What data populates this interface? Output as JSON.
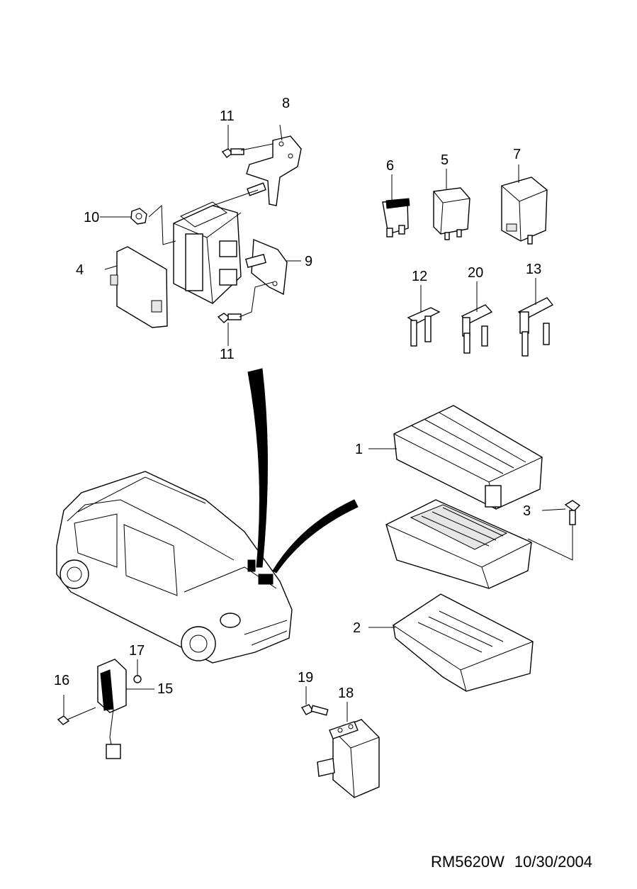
{
  "callouts": {
    "c1": "1",
    "c2": "2",
    "c3": "3",
    "c4": "4",
    "c5": "5",
    "c6": "6",
    "c7": "7",
    "c8": "8",
    "c9": "9",
    "c10": "10",
    "c11a": "11",
    "c11b": "11",
    "c12": "12",
    "c13": "13",
    "c15": "15",
    "c16": "16",
    "c17": "17",
    "c18": "18",
    "c19": "19",
    "c20": "20"
  },
  "footer": {
    "code": "RM5620W",
    "date": "10/30/2004"
  }
}
